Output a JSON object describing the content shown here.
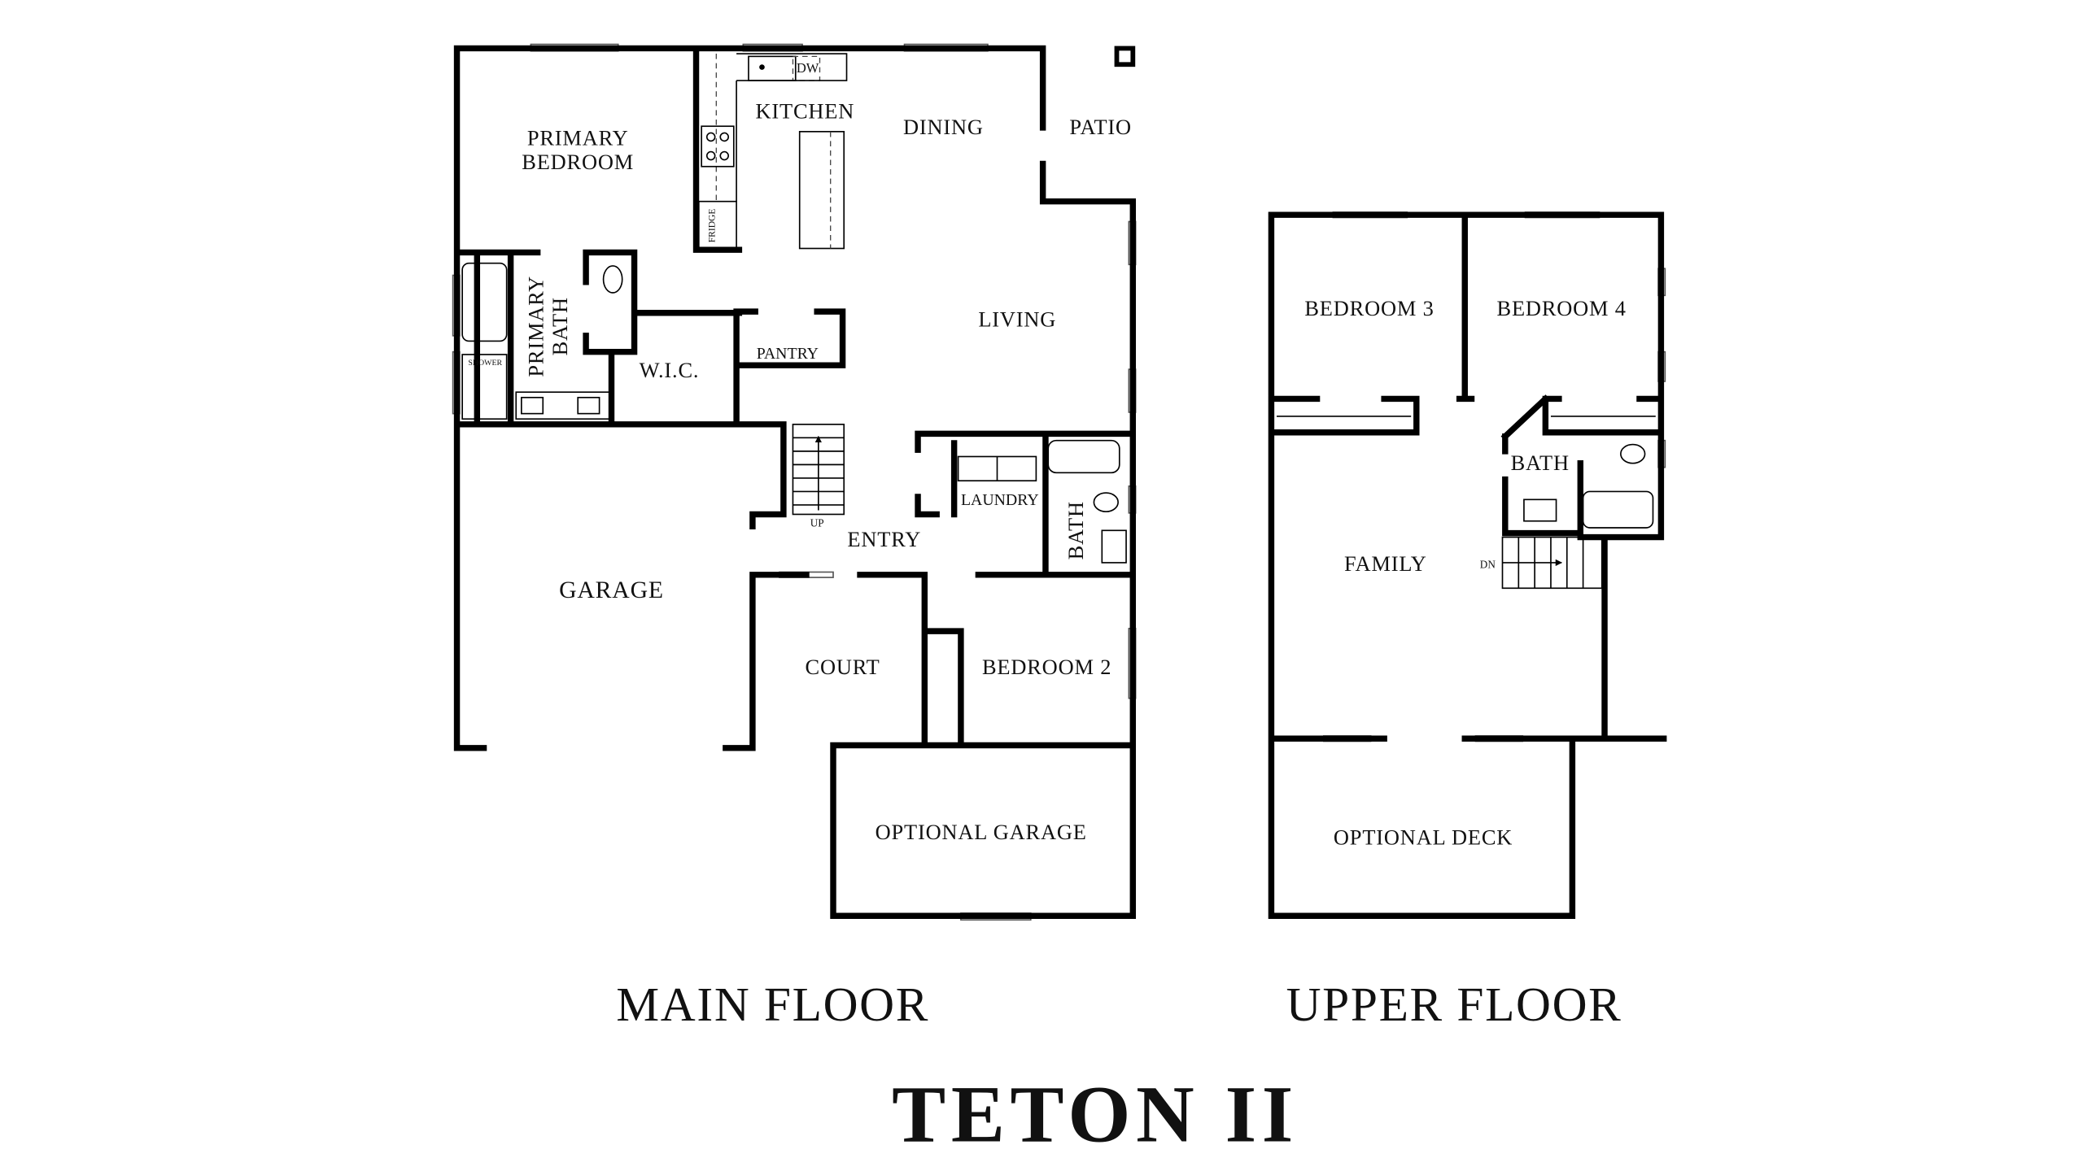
{
  "title": "TETON II",
  "main_floor": {
    "label": "MAIN FLOOR",
    "rooms": {
      "primary_bedroom_1": "PRIMARY",
      "primary_bedroom_2": "BEDROOM",
      "kitchen": "KITCHEN",
      "dining": "DINING",
      "patio": "PATIO",
      "living": "LIVING",
      "primary_bath_1": "PRIMARY",
      "primary_bath_2": "BATH",
      "wic": "W.I.C.",
      "pantry": "PANTRY",
      "laundry": "LAUNDRY",
      "bath": "BATH",
      "entry": "ENTRY",
      "garage": "GARAGE",
      "court": "COURT",
      "bedroom_2": "BEDROOM 2",
      "optional_garage": "OPTIONAL GARAGE"
    },
    "fixtures": {
      "dw": "DW",
      "fridge": "FRIDGE",
      "shower": "SHOWER",
      "up": "UP"
    }
  },
  "upper_floor": {
    "label": "UPPER FLOOR",
    "rooms": {
      "bedroom_3": "BEDROOM 3",
      "bedroom_4": "BEDROOM 4",
      "bath": "BATH",
      "family": "FAMILY",
      "optional_deck": "OPTIONAL DECK"
    },
    "fixtures": {
      "dn": "DN"
    }
  }
}
